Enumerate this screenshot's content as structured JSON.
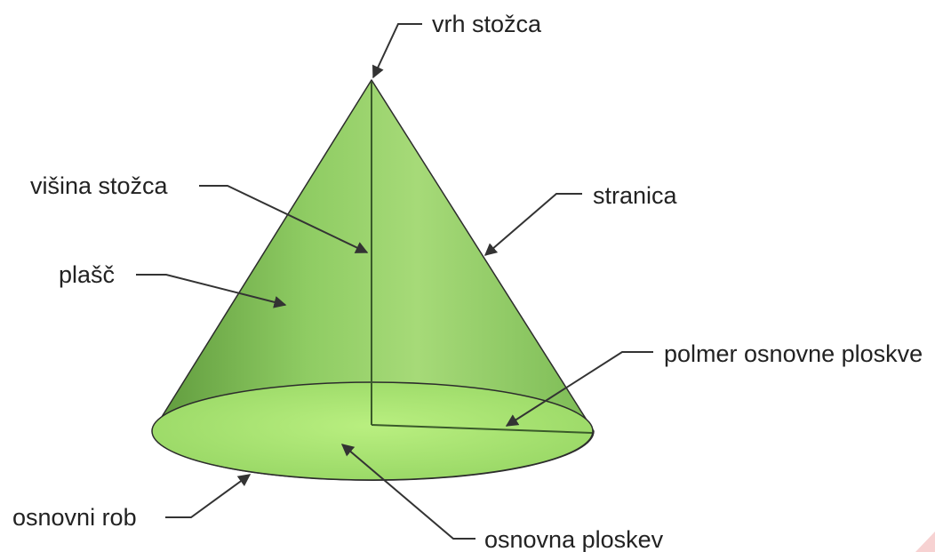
{
  "labels": {
    "apex": "vrh stožca",
    "height": "višina stožca",
    "slant": "stranica",
    "lateral_surface": "plašč",
    "radius": "polmer osnovne ploskve",
    "base_edge": "osnovni rob",
    "base_face": "osnovna ploskev"
  },
  "colors": {
    "cone_light": "#b7e68a",
    "cone_mid": "#8fcc63",
    "cone_dark": "#6aa645",
    "base_fill": "#ade874",
    "outline": "#2c2c2c",
    "leader": "#333333",
    "text": "#222222",
    "corner_accent": "#f7d2d2"
  }
}
